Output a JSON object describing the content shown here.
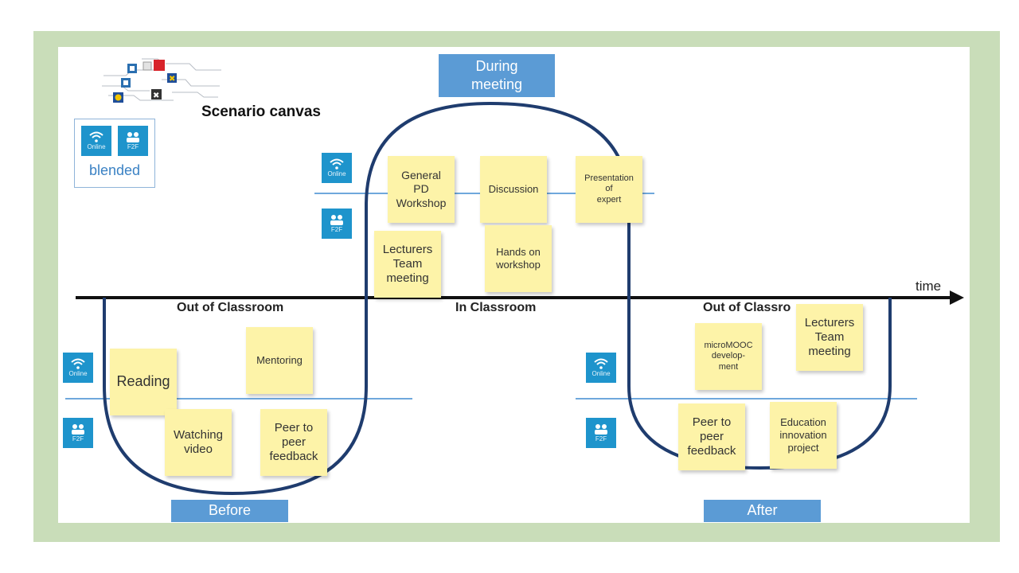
{
  "canvas": {
    "title": "Scenario canvas",
    "legend": {
      "online": "Online",
      "f2f": "F2F",
      "caption": "blended"
    },
    "time_label": "time",
    "phases": {
      "before": "Before",
      "during": "During\nmeeting",
      "after": "After"
    },
    "sections": {
      "out_left": "Out of Classroom",
      "in": "In Classroom",
      "out_right": "Out of Classro"
    },
    "icon_labels": {
      "online": "Online",
      "f2f": "F2F"
    }
  },
  "notes": {
    "reading": "Reading",
    "mentoring": "Mentoring",
    "watching": "Watching\nvideo",
    "peer_left": "Peer to\npeer\nfeedback",
    "general_pd": "General\nPD\nWorkshop",
    "discussion": "Discussion",
    "presentation": "Presentation\nof\nexpert",
    "lecturers_mid": "Lecturers\nTeam\nmeeting",
    "hands_on": "Hands on\nworkshop",
    "micromooc": "microMOOC\ndevelop-\nment",
    "lecturers_right": "Lecturers\nTeam\nmeeting",
    "peer_right": "Peer to\npeer\nfeedback",
    "edu_innovation": "Education\ninnovation\nproject"
  },
  "colors": {
    "frame": "#c9ddb9",
    "note": "#fdf3a8",
    "label_box": "#5b9bd5",
    "icon": "#1e94cc",
    "curve": "#1f3c6e",
    "divider": "#6fa8dc"
  }
}
